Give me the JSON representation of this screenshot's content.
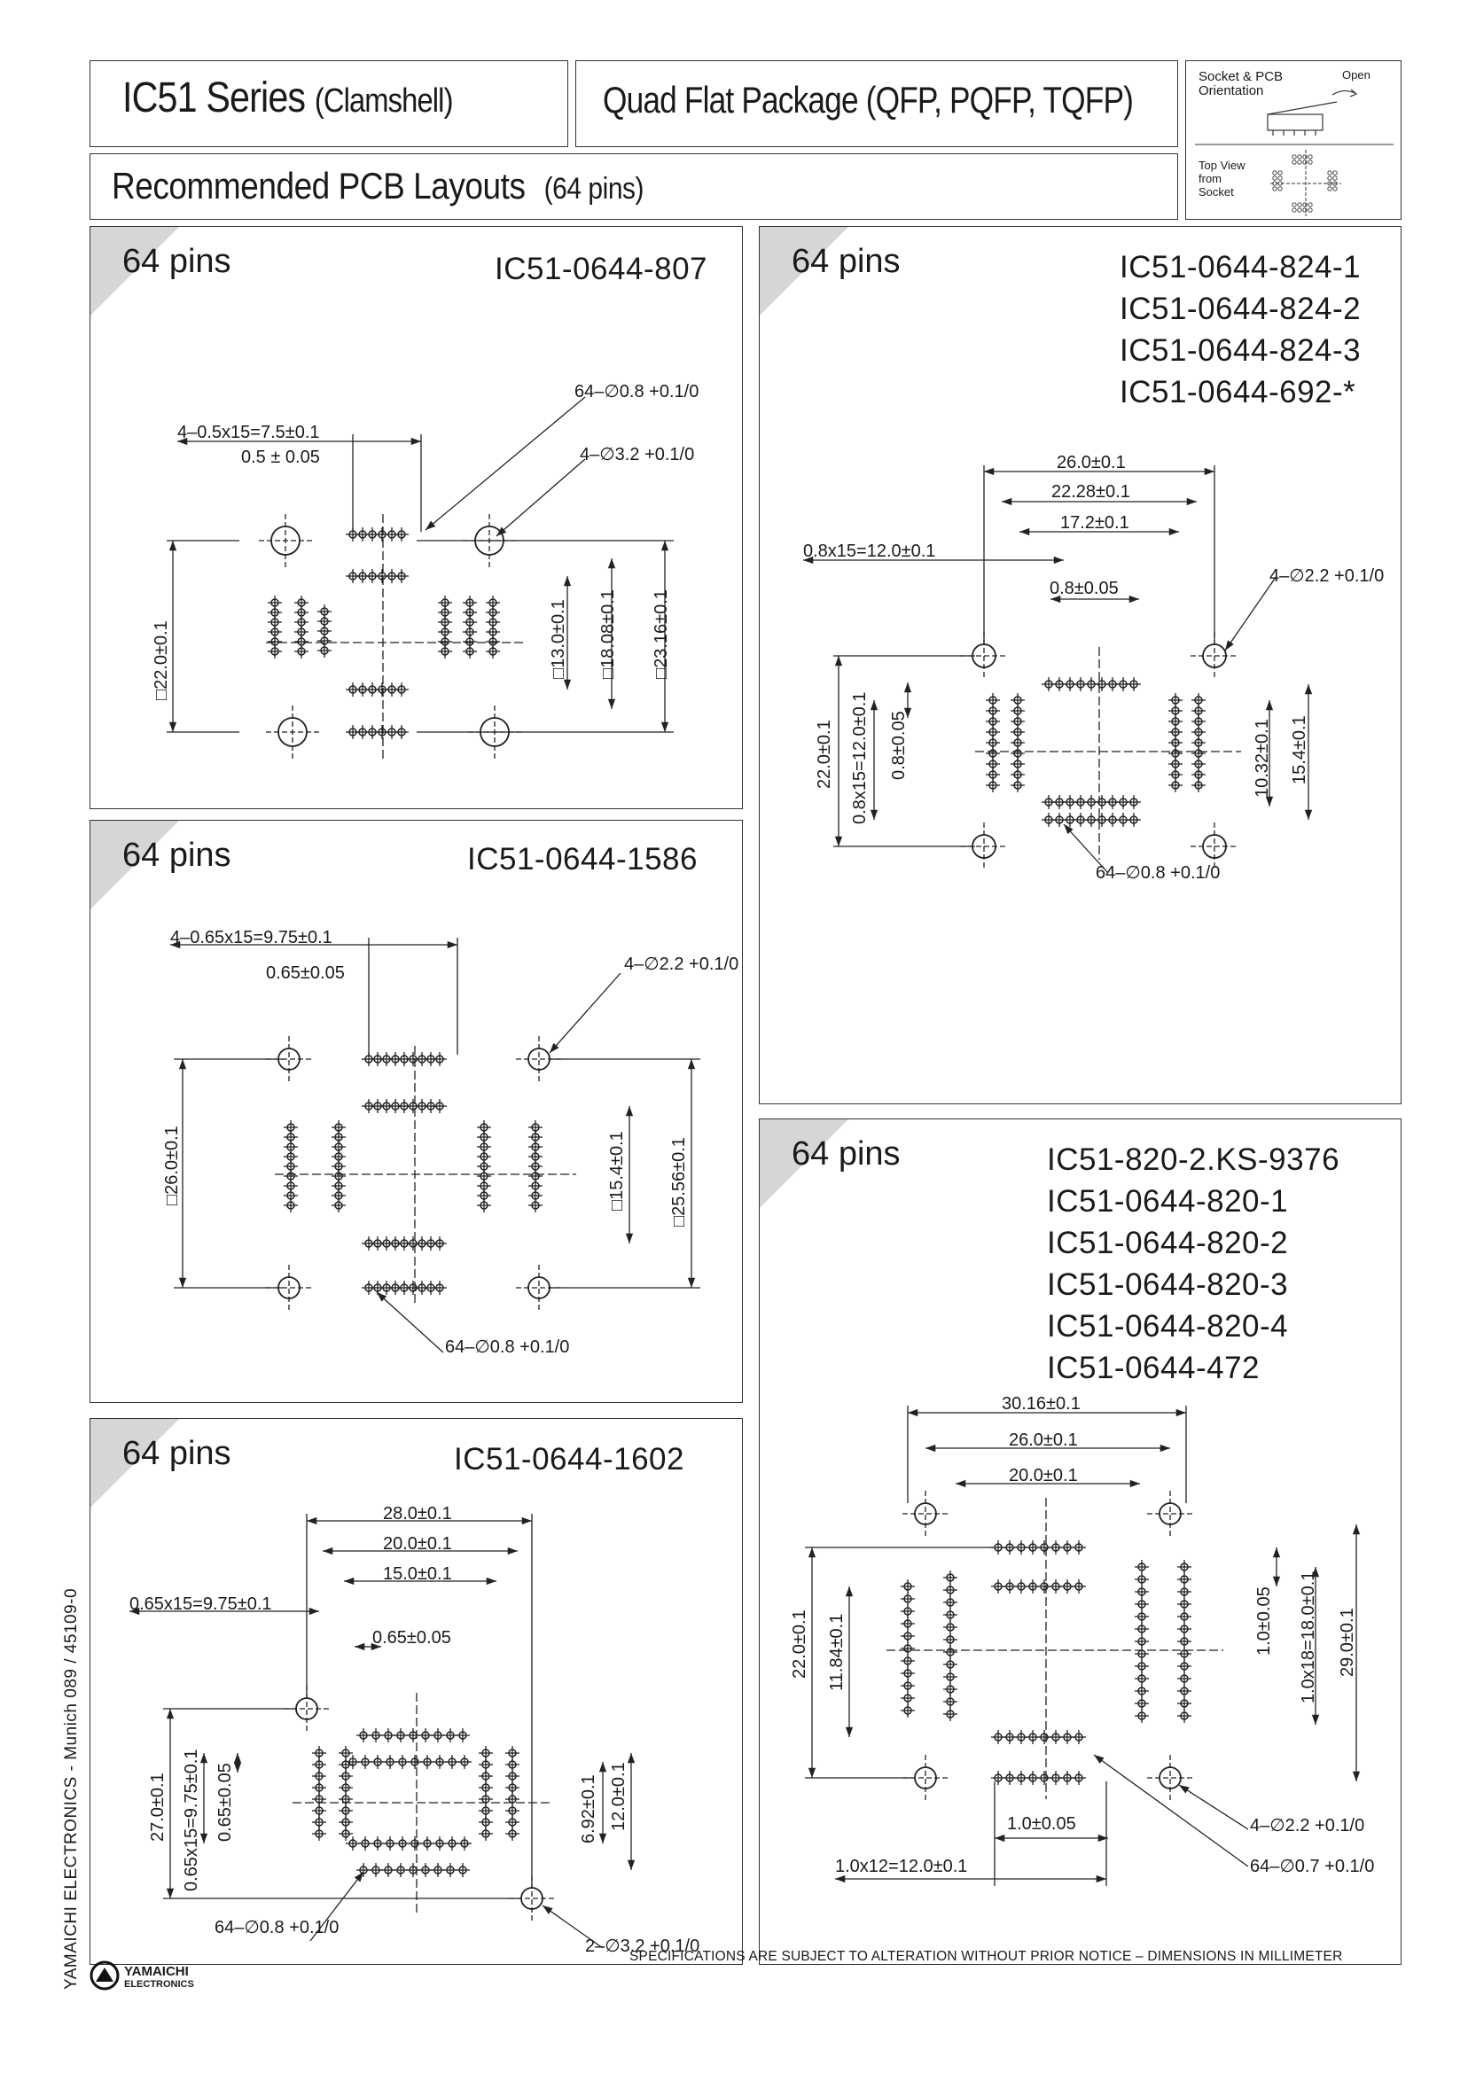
{
  "header": {
    "series_main": "IC51 Series",
    "series_sub": "(Clamshell)",
    "package": "Quad Flat Package (QFP, PQFP, TQFP)",
    "layouts_main": "Recommended PCB Layouts",
    "layouts_sub": "(64 pins)",
    "orientation_label_1": "Socket & PCB",
    "orientation_label_2": "Orientation",
    "orientation_open": "Open",
    "topview_1": "Top View",
    "topview_2": "from",
    "topview_3": "Socket"
  },
  "panels": [
    {
      "pins": "64 pins",
      "part_numbers": [
        "IC51-0644-807"
      ],
      "dims": [
        "64–∅0.8 +0.1/0",
        "4–0.5x15=7.5±0.1",
        "0.5 ± 0.05",
        "4–∅3.2 +0.1/0",
        "□22.0±0.1",
        "□13.0±0.1",
        "□18.08±0.1",
        "□23.16±0.1"
      ]
    },
    {
      "pins": "64 pins",
      "part_numbers": [
        "IC51-0644-824-1",
        "IC51-0644-824-2",
        "IC51-0644-824-3",
        "IC51-0644-692-*"
      ],
      "dims": [
        "26.0±0.1",
        "22.28±0.1",
        "17.2±0.1",
        "0.8x15=12.0±0.1",
        "0.8±0.05",
        "4–∅2.2 +0.1/0",
        "22.0±0.1",
        "0.8x15=12.0±0.1",
        "0.8±0.05",
        "10.32±0.1",
        "15.4±0.1",
        "64–∅0.8 +0.1/0"
      ]
    },
    {
      "pins": "64 pins",
      "part_numbers": [
        "IC51-0644-1586"
      ],
      "dims": [
        "4–0.65x15=9.75±0.1",
        "0.65±0.05",
        "4–∅2.2 +0.1/0",
        "□26.0±0.1",
        "□15.4±0.1",
        "□25.56±0.1",
        "64–∅0.8 +0.1/0"
      ]
    },
    {
      "pins": "64 pins",
      "part_numbers": [
        "IC51-820-2.KS-9376",
        "IC51-0644-820-1",
        "IC51-0644-820-2",
        "IC51-0644-820-3",
        "IC51-0644-820-4",
        "IC51-0644-472"
      ],
      "dims": [
        "30.16±0.1",
        "26.0±0.1",
        "20.0±0.1",
        "22.0±0.1",
        "11.84±0.1",
        "1.0±0.05",
        "1.0x18=18.0±0.1",
        "29.0±0.1",
        "1.0±0.05",
        "1.0x12=12.0±0.1",
        "4–∅2.2 +0.1/0",
        "64–∅0.7 +0.1/0"
      ]
    },
    {
      "pins": "64 pins",
      "part_numbers": [
        "IC51-0644-1602"
      ],
      "dims": [
        "28.0±0.1",
        "20.0±0.1",
        "15.0±0.1",
        "0.65x15=9.75±0.1",
        "0.65±0.05",
        "27.0±0.1",
        "0.65x15=9.75±0.1",
        "0.65±0.05",
        "6.92±0.1",
        "12.0±0.1",
        "64–∅0.8 +0.1/0",
        "2–∅3.2 +0.1/0"
      ]
    }
  ],
  "footer": {
    "side_text": "YAMAICHI ELECTRONICS  -  Munich 089 / 45109-0",
    "notice": "SPECIFICATIONS ARE SUBJECT TO ALTERATION WITHOUT PRIOR NOTICE  –  DIMENSIONS IN MILLIMETER",
    "logo_1": "YAMAICHI",
    "logo_2": "ELECTRONICS"
  }
}
